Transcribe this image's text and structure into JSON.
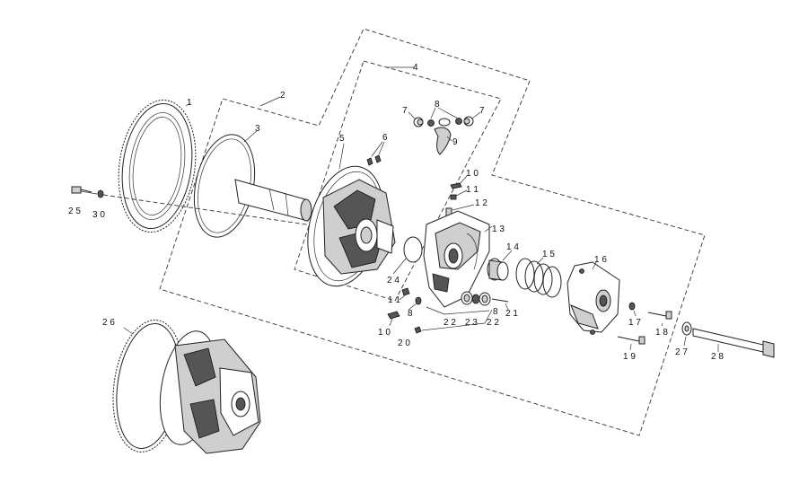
{
  "callouts": [
    {
      "id": "1",
      "text": "1"
    },
    {
      "id": "2",
      "text": "2"
    },
    {
      "id": "3",
      "text": "3"
    },
    {
      "id": "4",
      "text": "4"
    },
    {
      "id": "5",
      "text": "5"
    },
    {
      "id": "6",
      "text": "6"
    },
    {
      "id": "7a",
      "text": "7"
    },
    {
      "id": "7b",
      "text": "7"
    },
    {
      "id": "8a",
      "text": "8"
    },
    {
      "id": "8b",
      "text": "8"
    },
    {
      "id": "8c",
      "text": "8"
    },
    {
      "id": "9",
      "text": "9"
    },
    {
      "id": "10a",
      "text": "1 0"
    },
    {
      "id": "10b",
      "text": "1 0"
    },
    {
      "id": "11a",
      "text": "1 1"
    },
    {
      "id": "11b",
      "text": "1 1"
    },
    {
      "id": "12",
      "text": "1 2"
    },
    {
      "id": "13",
      "text": "1 3"
    },
    {
      "id": "14",
      "text": "1 4"
    },
    {
      "id": "15",
      "text": "1 5"
    },
    {
      "id": "16",
      "text": "1 6"
    },
    {
      "id": "17",
      "text": "1 7"
    },
    {
      "id": "18",
      "text": "1 8"
    },
    {
      "id": "19",
      "text": "1 9"
    },
    {
      "id": "20",
      "text": "2 0"
    },
    {
      "id": "21",
      "text": "2 1"
    },
    {
      "id": "22a",
      "text": "2 2"
    },
    {
      "id": "22b",
      "text": "2 2"
    },
    {
      "id": "23",
      "text": "2 3"
    },
    {
      "id": "24",
      "text": "2 4"
    },
    {
      "id": "25",
      "text": "2 5"
    },
    {
      "id": "26",
      "text": "2 6"
    },
    {
      "id": "27",
      "text": "2 7"
    },
    {
      "id": "28",
      "text": "2 8"
    },
    {
      "id": "30",
      "text": "3 0"
    }
  ]
}
